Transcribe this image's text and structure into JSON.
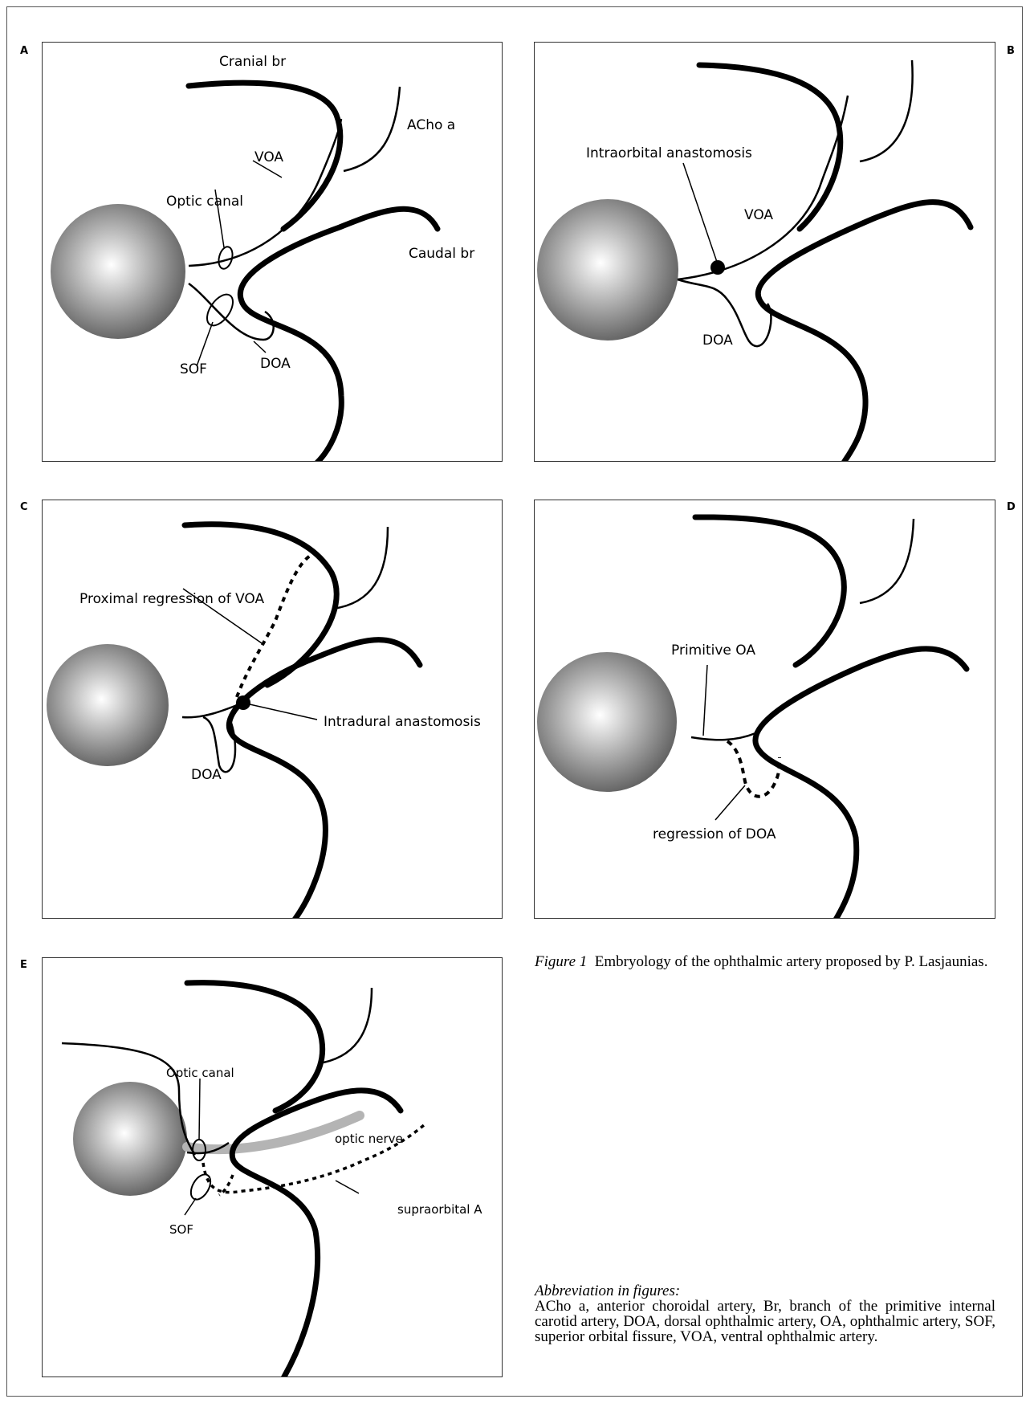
{
  "panels": {
    "A": {
      "letter": "A",
      "labels": {
        "cranial_br": "Cranial br",
        "acho_a": "ACho a",
        "voa": "VOA",
        "optic_canal": "Optic canal",
        "caudal_br": "Caudal br",
        "sof": "SOF",
        "doa": "DOA"
      }
    },
    "B": {
      "letter": "B",
      "labels": {
        "intraorbital_anastomosis": "Intraorbital anastomosis",
        "voa": "VOA",
        "doa": "DOA"
      }
    },
    "C": {
      "letter": "C",
      "labels": {
        "proximal_regression_voa": "Proximal regression of VOA",
        "intradural_anastomosis": "Intradural anastomosis",
        "doa": "DOA"
      }
    },
    "D": {
      "letter": "D",
      "labels": {
        "primitive_oa": "Primitive OA",
        "regression_doa": "regression of DOA"
      }
    },
    "E": {
      "letter": "E",
      "labels": {
        "optic_canal": "Optic canal",
        "optic_nerve": "optic nerve",
        "supraorbital_a": "supraorbital A",
        "sof": "SOF"
      }
    }
  },
  "caption": {
    "figure_label": "Figure 1",
    "text": "Embryology of the ophthalmic artery proposed by P. Lasjaunias."
  },
  "abbreviations": {
    "heading": "Abbreviation in figures:",
    "text": "ACho a, anterior choroidal artery, Br, branch of the primitive internal carotid artery, DOA, dorsal ophthalmic artery, OA, ophthalmic artery, SOF, superior orbital fissure, VOA, ventral ophthalmic artery."
  },
  "colors": {
    "vessel": "#000000",
    "optic_nerve": "#b4b4b4",
    "eye_center": "#ffffff",
    "eye_edge": "#5a5a5a"
  }
}
